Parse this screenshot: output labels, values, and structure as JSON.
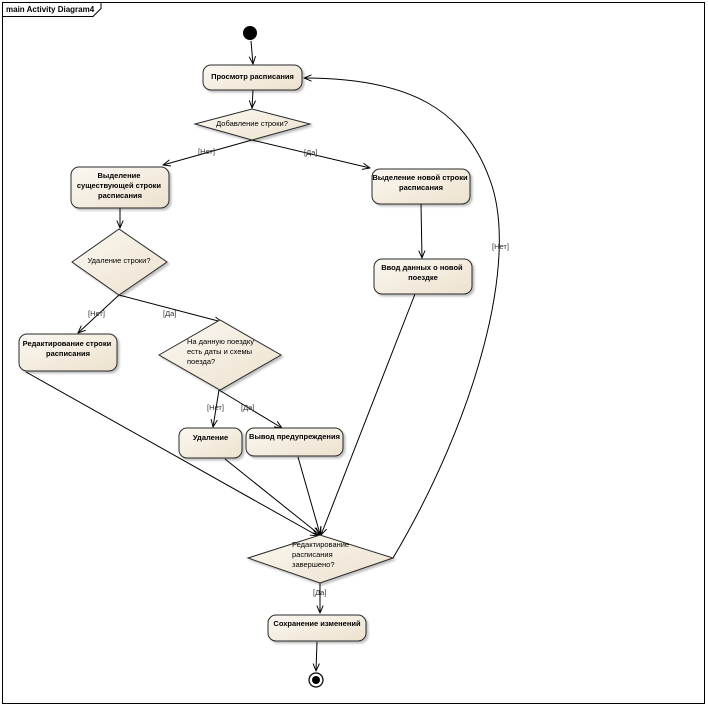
{
  "frame": {
    "title": "main Activity Diagram4"
  },
  "nodes": {
    "view": [
      "Просмотр расписания"
    ],
    "select_existing": [
      "Выделение",
      "существующей строки",
      "расписания"
    ],
    "select_new": [
      "Выделение новой строки",
      "расписания"
    ],
    "enter_data": [
      "Ввод данных о новой",
      "поездке"
    ],
    "edit_row": [
      "Редактирование строки",
      "расписания"
    ],
    "delete": [
      "Удаление"
    ],
    "warning": [
      "Вывод предупреждения"
    ],
    "save": [
      "Сохранение изменений"
    ]
  },
  "decisions": {
    "add_row": [
      "Добавление строки?"
    ],
    "delete_row": [
      "Удаление строки?"
    ],
    "has_dates": [
      "На данную поездку",
      "есть даты и схемы",
      "поезда?"
    ],
    "edit_done": [
      "Редактирование",
      "расписания",
      "завершено?"
    ]
  },
  "guards": {
    "add_no": "[Нет]",
    "add_yes": "[Да]",
    "del_no": "[Нет]",
    "del_yes": "[Да]",
    "dates_no": "[Нет]",
    "dates_yes": "[Да]",
    "done_yes": "[Да]",
    "done_no": "[Нет]"
  },
  "colors": {
    "node_fill": "#f3ece0",
    "node_stroke": "#2a2a2a",
    "line": "#000000"
  }
}
